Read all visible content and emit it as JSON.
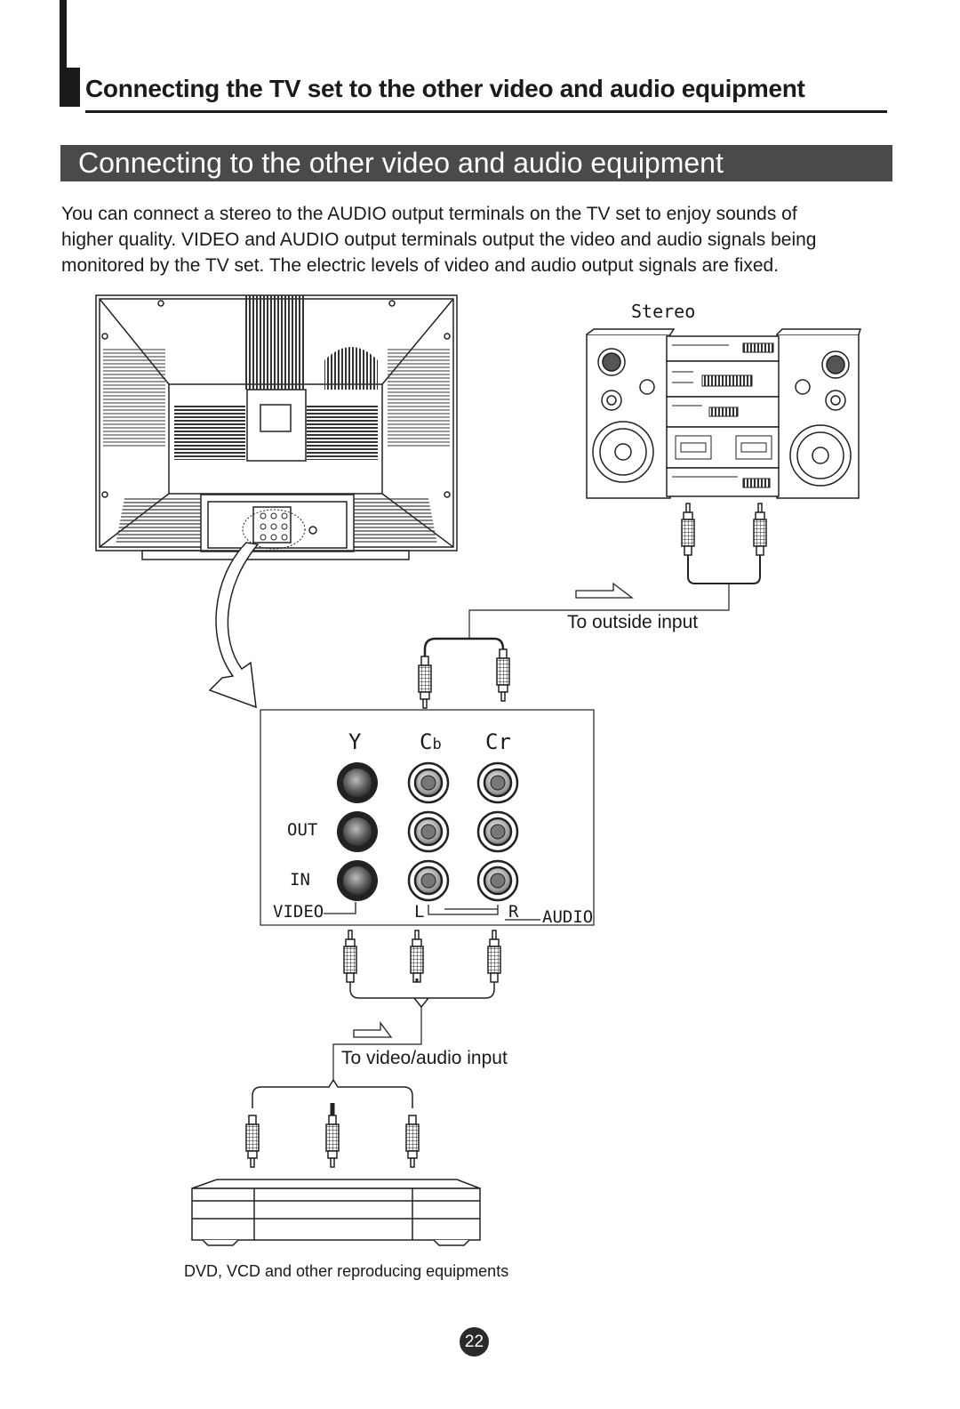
{
  "section_title": "Connecting the TV set to the other video and audio equipment",
  "banner_title": "Connecting to the other video and audio equipment",
  "intro_lines": [
    "You can connect a stereo to the AUDIO output terminals on the TV set to enjoy sounds of",
    "higher quality. VIDEO and AUDIO output terminals output the video and audio signals being",
    "monitored by the TV set. The electric levels of video and audio output signals are fixed."
  ],
  "stereo_label": "Stereo",
  "to_outside_input": "To outside input",
  "panel": {
    "y": "Y",
    "cb_main": "C",
    "cb_sub": "b",
    "cr": "Cr",
    "out": "OUT",
    "in": "IN",
    "video": "VIDEO",
    "l": "L",
    "r": "R",
    "audio": "AUDIO"
  },
  "to_video_audio_input": "To video/audio input",
  "dvd_caption": "DVD, VCD and other reproducing equipments",
  "page_number": "22",
  "icons": [
    "tv-rear-illustration",
    "stereo-system-illustration",
    "rca-plug-icon",
    "dvd-player-illustration",
    "arrow-right-icon"
  ],
  "colors": {
    "banner": "#4a4a4a",
    "ink": "#1a1a1a",
    "jack_dark": "#5a5a5a"
  }
}
